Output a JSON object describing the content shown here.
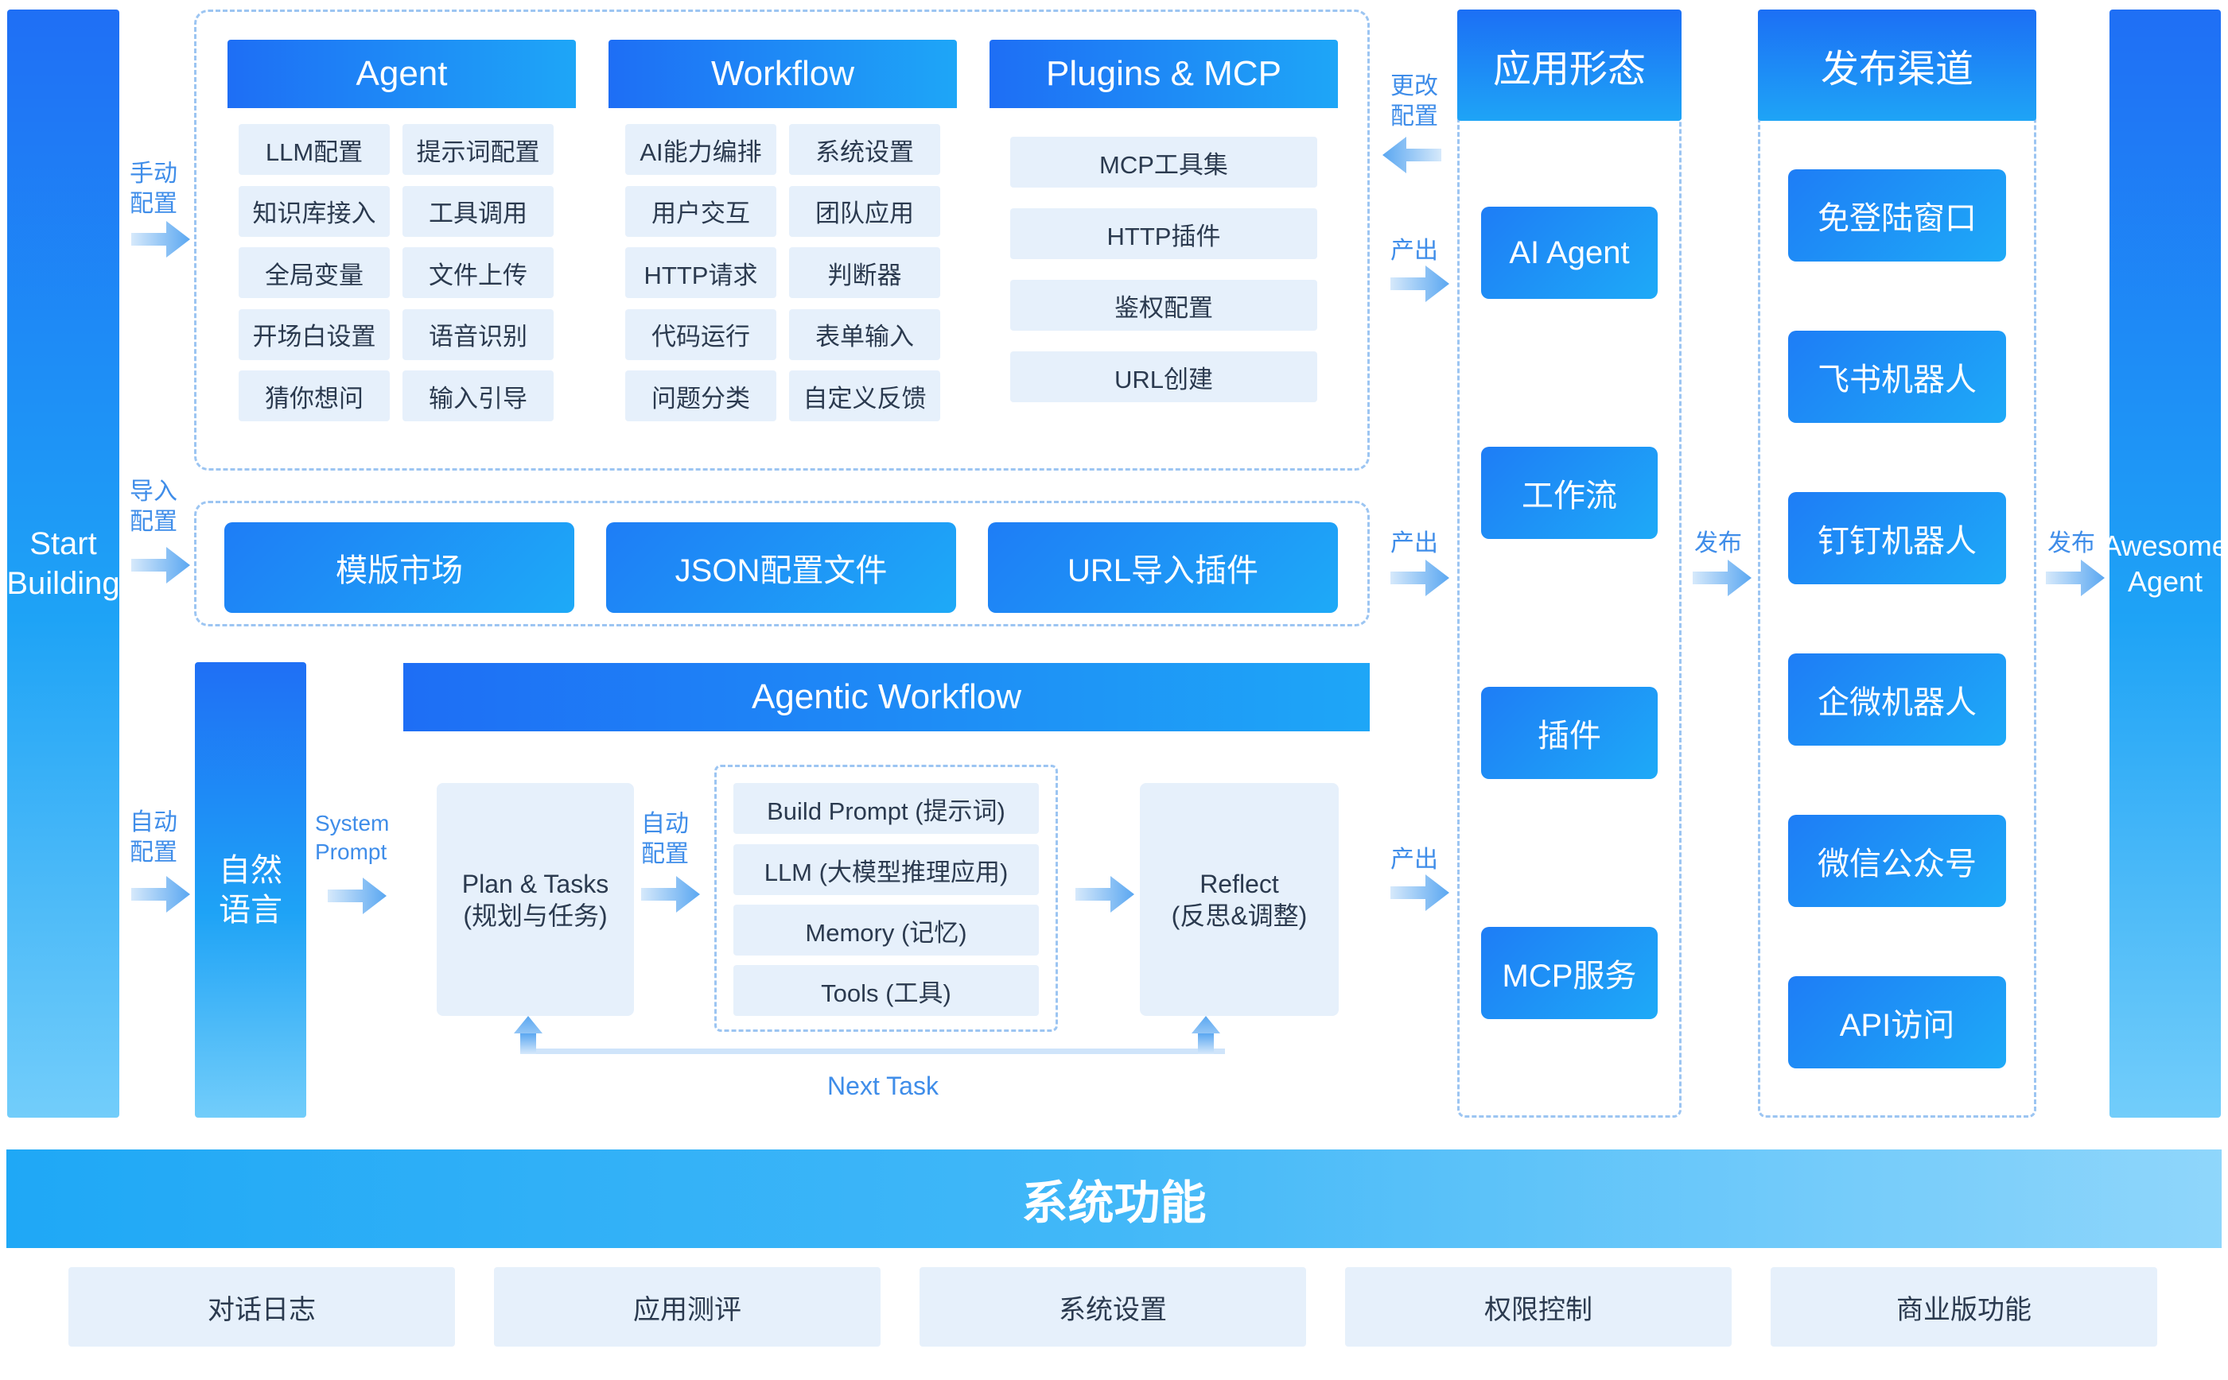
{
  "left_bar": {
    "label": "Start\nBuilding"
  },
  "right_bar": {
    "label": "Awesome\nAgent"
  },
  "entry_labels": {
    "manual": "手动\n配置",
    "import": "导入\n配置",
    "auto": "自动\n配置"
  },
  "agent": {
    "title": "Agent",
    "items": [
      "LLM配置",
      "提示词配置",
      "知识库接入",
      "工具调用",
      "全局变量",
      "文件上传",
      "开场白设置",
      "语音识别",
      "猜你想问",
      "输入引导"
    ]
  },
  "workflow": {
    "title": "Workflow",
    "items": [
      "AI能力编排",
      "系统设置",
      "用户交互",
      "团队应用",
      "HTTP请求",
      "判断器",
      "代码运行",
      "表单输入",
      "问题分类",
      "自定义反馈"
    ]
  },
  "plugins": {
    "title": "Plugins & MCP",
    "items": [
      "MCP工具集",
      "HTTP插件",
      "鉴权配置",
      "URL创建"
    ]
  },
  "import_row": [
    "模版市场",
    "JSON配置文件",
    "URL导入插件"
  ],
  "natural_language": "自然\n语言",
  "system_prompt": "System\nPrompt",
  "agentic": {
    "title": "Agentic Workflow",
    "plan": "Plan & Tasks\n(规划与任务)",
    "auto_label": "自动\n配置",
    "middle": [
      "Build Prompt (提示词)",
      "LLM (大模型推理应用)",
      "Memory (记忆)",
      "Tools (工具)"
    ],
    "reflect": "Reflect\n(反思&调整)",
    "next_task": "Next Task"
  },
  "flow_labels": {
    "change": "更改\n配置",
    "out1": "产出",
    "out2": "产出",
    "out3": "产出",
    "publish1": "发布",
    "publish2": "发布"
  },
  "app_form": {
    "title": "应用形态",
    "items": [
      "AI Agent",
      "工作流",
      "插件",
      "MCP服务"
    ]
  },
  "channels": {
    "title": "发布渠道",
    "items": [
      "免登陆窗口",
      "飞书机器人",
      "钉钉机器人",
      "企微机器人",
      "微信公众号",
      "API访问"
    ]
  },
  "system": {
    "title": "系统功能",
    "items": [
      "对话日志",
      "应用测评",
      "系统设置",
      "权限控制",
      "商业版功能"
    ]
  }
}
